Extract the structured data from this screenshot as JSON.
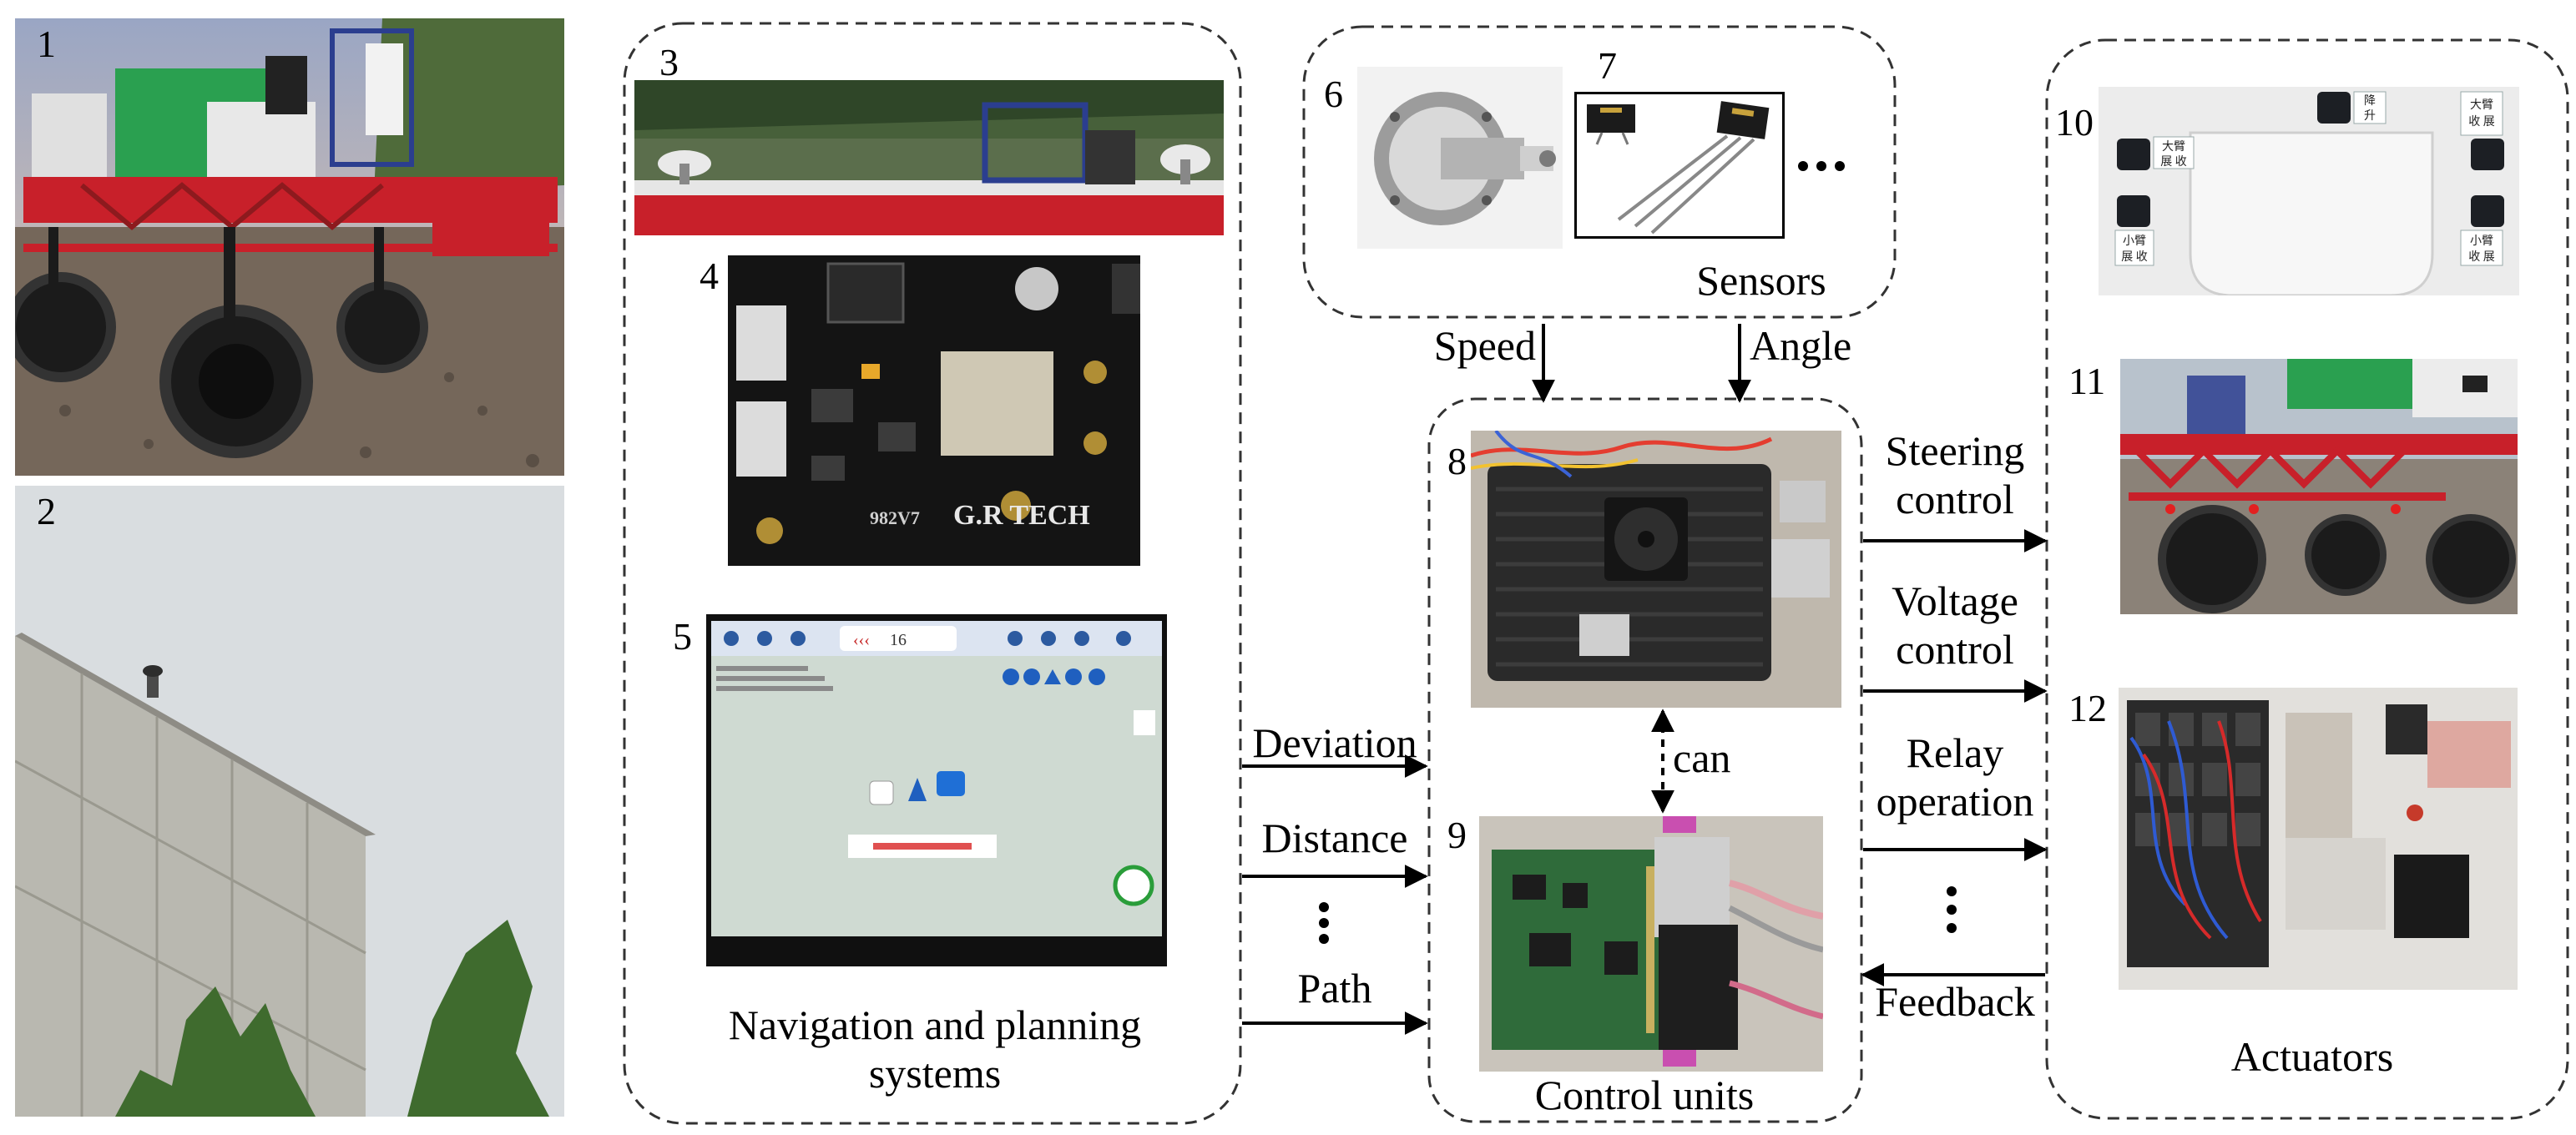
{
  "figure": {
    "panel_numbers": [
      "1",
      "2",
      "3",
      "4",
      "5",
      "6",
      "7",
      "8",
      "9",
      "10",
      "11",
      "12"
    ],
    "groups": {
      "navigation": {
        "title": "Navigation and planning systems",
        "line1": "Navigation and planning",
        "line2": "systems"
      },
      "sensors": {
        "title": "Sensors"
      },
      "control": {
        "title": "Control units"
      },
      "actuators": {
        "title": "Actuators"
      }
    },
    "sensor_signals": [
      "Speed",
      "Angle"
    ],
    "nav_outputs": [
      "Deviation",
      "Distance",
      "Path"
    ],
    "bus_label": "can",
    "actuator_commands": {
      "steering": {
        "line1": "Steering",
        "line2": "control"
      },
      "voltage": {
        "line1": "Voltage",
        "line2": "control"
      },
      "relay": {
        "line1": "Relay",
        "line2": "operation"
      }
    },
    "feedback_label": "Feedback",
    "photo_text": {
      "gnss_board_brand": "G.R TECH",
      "gnss_board_model": "982V7",
      "screen_counter": "16",
      "panel_buttons": [
        {
          "top": "大臂",
          "bottom": "展 收"
        },
        {
          "top": "降",
          "bottom": "升"
        },
        {
          "top": "大臂",
          "bottom": "收 展"
        },
        {
          "top": "小臂",
          "bottom": "展 收"
        },
        {
          "top": "小臂",
          "bottom": "收 展"
        }
      ]
    },
    "colors": {
      "sprayer_frame": "#c8202a",
      "tank_green": "#2aa050",
      "pcb_black": "#1a1a1a",
      "screen_bg": "#cfdad2",
      "control_board_green": "#2f6b3a",
      "line": "#000000"
    }
  }
}
